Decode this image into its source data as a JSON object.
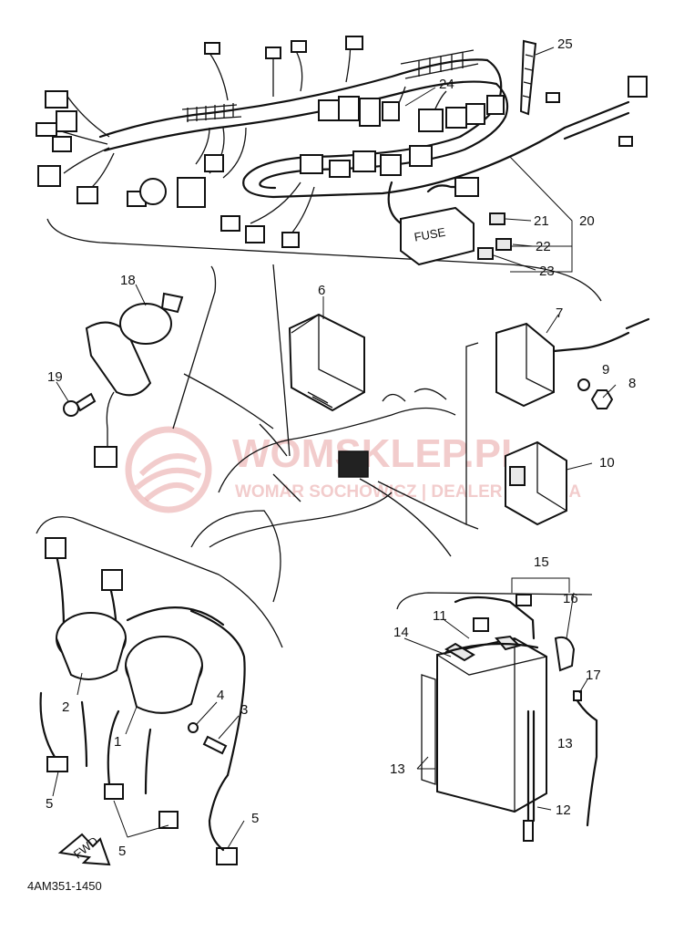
{
  "diagram_code": "4AM351-1450",
  "fuse_text": "FUSE",
  "fwd_text": "FWD",
  "watermark": {
    "main": "WOMSKLEP.PL",
    "sub": "WOMAR SOCHOWICZ | DEALER YAMAHA",
    "color": "#e8a3a3"
  },
  "callouts": [
    "25",
    "24",
    "18",
    "6",
    "7",
    "9",
    "8",
    "19",
    "10",
    "21",
    "20",
    "22",
    "23",
    "15",
    "11",
    "16",
    "14",
    "17",
    "4",
    "3",
    "2",
    "1",
    "13",
    "13",
    "12",
    "5",
    "5",
    "5"
  ]
}
